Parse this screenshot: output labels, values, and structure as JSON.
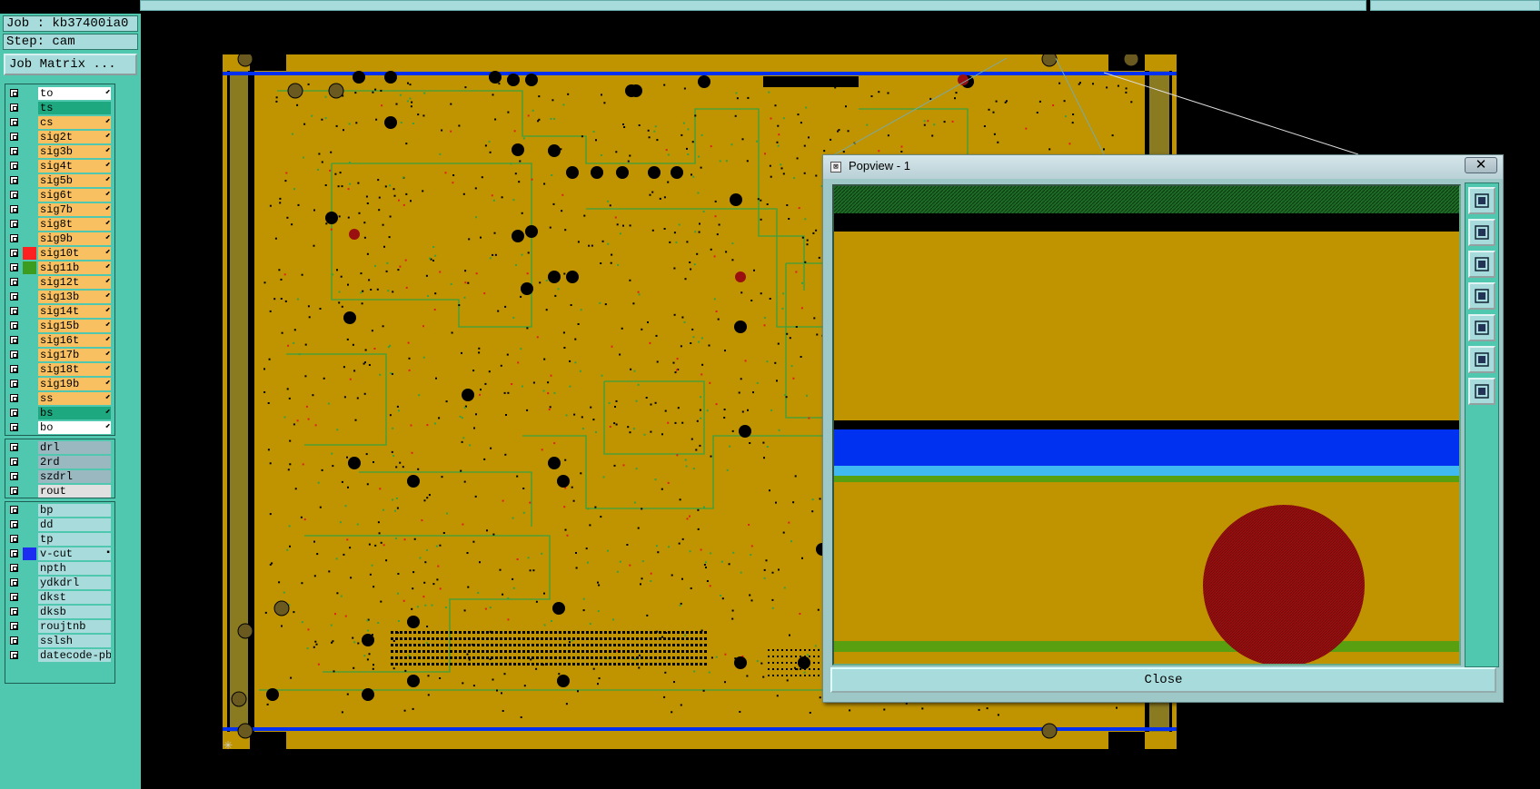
{
  "header": {
    "job_label": "Job : kb37400ia0",
    "step_label": "Step: cam",
    "job_matrix_button": "Job Matrix ..."
  },
  "layers_group1": [
    {
      "name": "to",
      "bg": "#ffffff",
      "swatch": "",
      "arrow": "⬋"
    },
    {
      "name": "ts",
      "bg": "#1ea880",
      "swatch": "",
      "arrow": ""
    },
    {
      "name": "cs",
      "bg": "#f8c060",
      "swatch": "",
      "arrow": "⬋"
    },
    {
      "name": "sig2t",
      "bg": "#f8c060",
      "swatch": "",
      "arrow": "⬋"
    },
    {
      "name": "sig3b",
      "bg": "#f8c060",
      "swatch": "",
      "arrow": "⬋"
    },
    {
      "name": "sig4t",
      "bg": "#f8c060",
      "swatch": "",
      "arrow": "⬋"
    },
    {
      "name": "sig5b",
      "bg": "#f8c060",
      "swatch": "",
      "arrow": "⬋"
    },
    {
      "name": "sig6t",
      "bg": "#f8c060",
      "swatch": "",
      "arrow": "⬋"
    },
    {
      "name": "sig7b",
      "bg": "#f8c060",
      "swatch": "",
      "arrow": "⬋"
    },
    {
      "name": "sig8t",
      "bg": "#f8c060",
      "swatch": "",
      "arrow": "⬋"
    },
    {
      "name": "sig9b",
      "bg": "#f8c060",
      "swatch": "",
      "arrow": "⬋"
    },
    {
      "name": "sig10t",
      "bg": "#f8c060",
      "swatch": "#ff2020",
      "arrow": "⬋"
    },
    {
      "name": "sig11b",
      "bg": "#f8c060",
      "swatch": "#3c9c20",
      "arrow": "⬋"
    },
    {
      "name": "sig12t",
      "bg": "#f8c060",
      "swatch": "",
      "arrow": "⬋"
    },
    {
      "name": "sig13b",
      "bg": "#f8c060",
      "swatch": "",
      "arrow": "⬋"
    },
    {
      "name": "sig14t",
      "bg": "#f8c060",
      "swatch": "",
      "arrow": "⬋"
    },
    {
      "name": "sig15b",
      "bg": "#f8c060",
      "swatch": "",
      "arrow": "⬋"
    },
    {
      "name": "sig16t",
      "bg": "#f8c060",
      "swatch": "",
      "arrow": "⬋"
    },
    {
      "name": "sig17b",
      "bg": "#f8c060",
      "swatch": "",
      "arrow": "⬋"
    },
    {
      "name": "sig18t",
      "bg": "#f8c060",
      "swatch": "",
      "arrow": "⬋"
    },
    {
      "name": "sig19b",
      "bg": "#f8c060",
      "swatch": "",
      "arrow": "⬋"
    },
    {
      "name": "ss",
      "bg": "#f8c060",
      "swatch": "",
      "arrow": "⬋"
    },
    {
      "name": "bs",
      "bg": "#1ea880",
      "swatch": "",
      "arrow": "⬋"
    },
    {
      "name": "bo",
      "bg": "#ffffff",
      "swatch": "",
      "arrow": "⬋"
    }
  ],
  "layers_group2": [
    {
      "name": "drl",
      "bg": "#9ab8c0",
      "swatch": "",
      "arrow": ""
    },
    {
      "name": "2rd",
      "bg": "#9ab8c0",
      "swatch": "",
      "arrow": ""
    },
    {
      "name": "szdrl",
      "bg": "#9ab8c0",
      "swatch": "",
      "arrow": ""
    },
    {
      "name": "rout",
      "bg": "#e0e0e0",
      "swatch": "",
      "arrow": ""
    }
  ],
  "layers_group3": [
    {
      "name": "bp",
      "bg": "#a8dcdc",
      "swatch": "",
      "arrow": ""
    },
    {
      "name": "dd",
      "bg": "#a8dcdc",
      "swatch": "",
      "arrow": ""
    },
    {
      "name": "tp",
      "bg": "#a8dcdc",
      "swatch": "",
      "arrow": ""
    },
    {
      "name": "v-cut",
      "bg": "#a8dcdc",
      "swatch": "#1c2cf0",
      "arrow": "▪"
    },
    {
      "name": "npth",
      "bg": "#a8dcdc",
      "swatch": "",
      "arrow": ""
    },
    {
      "name": "ydkdrl",
      "bg": "#a8dcdc",
      "swatch": "",
      "arrow": ""
    },
    {
      "name": "dkst",
      "bg": "#a8dcdc",
      "swatch": "",
      "arrow": ""
    },
    {
      "name": "dksb",
      "bg": "#a8dcdc",
      "swatch": "",
      "arrow": ""
    },
    {
      "name": "roujtnb",
      "bg": "#a8dcdc",
      "swatch": "",
      "arrow": ""
    },
    {
      "name": "sslsh",
      "bg": "#a8dcdc",
      "swatch": "",
      "arrow": ""
    },
    {
      "name": "datecode-pbe",
      "bg": "#a8dcdc",
      "swatch": "",
      "arrow": ""
    }
  ],
  "popview": {
    "title": "Popview - 1",
    "close_x": "✕",
    "close_button": "Close",
    "tools": [
      "zoom-home-icon",
      "zoom-top-icon",
      "zoom-bottom-icon",
      "zoom-left-icon",
      "zoom-right-icon",
      "zoom-in-icon",
      "zoom-out-icon"
    ]
  },
  "colors": {
    "board_copper": "#c09400",
    "trace_green": "#38a040",
    "via_red": "#e02020",
    "vcut_blue": "#0030f0",
    "panel_teal": "#50c8b0",
    "button_light": "#a8dcdc"
  }
}
